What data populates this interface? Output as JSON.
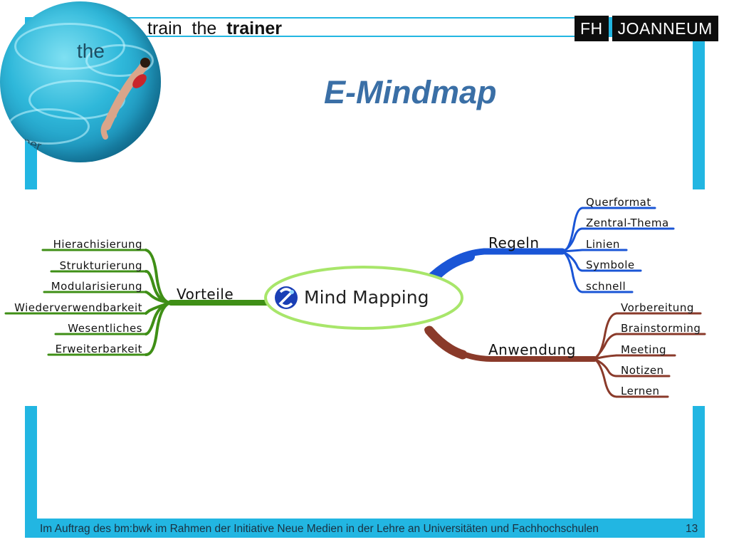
{
  "header": {
    "word1": "train",
    "word2": "the",
    "word3": "trainer"
  },
  "logo": {
    "left": "FH",
    "right": "JOANNEUM"
  },
  "globe": {
    "top_word": "the",
    "bottom_word": "ner"
  },
  "slide": {
    "title": "E-Mindmap"
  },
  "mindmap": {
    "center": "Mind Mapping",
    "branches": {
      "vorteile": {
        "label": "Vorteile",
        "color": "#3f8f16",
        "items": [
          "Hierachisierung",
          "Strukturierung",
          "Modularisierung",
          "Wiederverwendbarkeit",
          "Wesentliches",
          "Erweiterbarkeit"
        ]
      },
      "regeln": {
        "label": "Regeln",
        "color": "#1a55d6",
        "items": [
          "Querformat",
          "Zentral-Thema",
          "Linien",
          "Symbole",
          "schnell"
        ]
      },
      "anwendung": {
        "label": "Anwendung",
        "color": "#8a3a2a",
        "items": [
          "Vorbereitung",
          "Brainstorming",
          "Meeting",
          "Notizen",
          "Lernen"
        ]
      }
    }
  },
  "footer": {
    "text": "Im Auftrag des bm:bwk im Rahmen der Initiative Neue Medien in der Lehre an Universitäten und Fachhochschulen",
    "page": "13"
  }
}
